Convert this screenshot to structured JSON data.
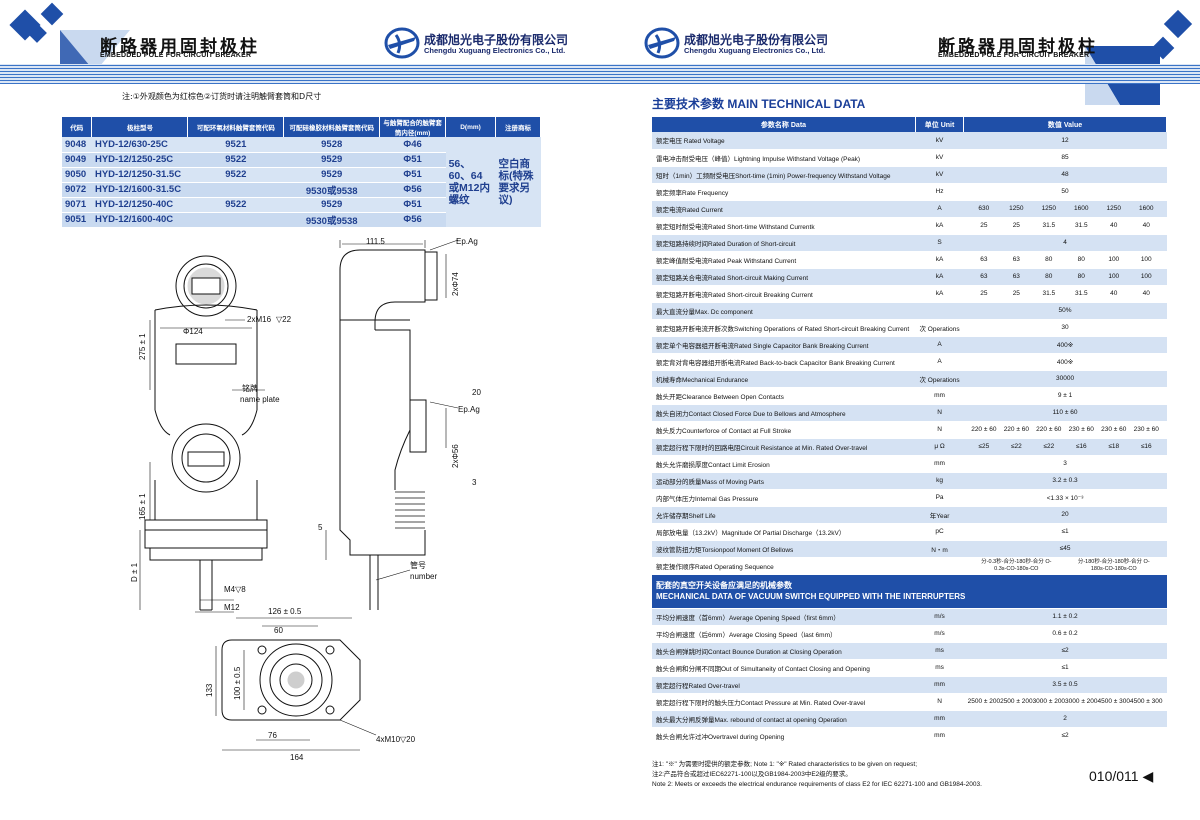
{
  "left": {
    "title_cn": "断路器用固封极柱",
    "title_en": "EMBEDDED POLE FOR CIRCUIT BREAKER",
    "company_cn": "成都旭光电子股份有限公司",
    "company_en": "Chengdu Xuguang Electronics Co., Ltd.",
    "note": "注:①外观颜色为红棕色②订货时请注明触臂套筒和D尺寸",
    "table": {
      "headers": [
        "代码",
        "极柱型号",
        "可配环氧材料触臂套筒代码",
        "可配硅橡胶材料触臂套筒代码",
        "与触臂配合的触臂套筒内径(mm)",
        "D(mm)",
        "注册商标"
      ],
      "rows": [
        [
          "9048",
          "HYD-12/630-25C",
          "9521",
          "9528",
          "Φ46"
        ],
        [
          "9049",
          "HYD-12/1250-25C",
          "9522",
          "9529",
          "Φ51"
        ],
        [
          "9050",
          "HYD-12/1250-31.5C",
          "9522",
          "9529",
          "Φ51"
        ],
        [
          "9072",
          "HYD-12/1600-31.5C",
          "",
          "9530或9538",
          "Φ56"
        ],
        [
          "9071",
          "HYD-12/1250-40C",
          "9522",
          "9529",
          "Φ51"
        ],
        [
          "9051",
          "HYD-12/1600-40C",
          "",
          "9530或9538",
          "Φ56"
        ]
      ],
      "d_text": "56、60、64或M12内螺纹",
      "trademark": "空白商标(特殊要求另议)"
    },
    "drawing": {
      "d111": "111.5",
      "epag1": "Ep.Ag",
      "epag2": "Ep.Ag",
      "d2phi74": "2xΦ74",
      "m16": "2xM16",
      "m16b": "▽22",
      "phi124": "Φ124",
      "d275": "275 ± 1",
      "nameplate_cn": "铭牌",
      "nameplate_en": "name plate",
      "d20": "20",
      "d2phi56": "2xΦ56",
      "d3": "3",
      "d165": "165 ± 1",
      "d5": "5",
      "dD": "D ± 1",
      "m4": "M4▽8",
      "m12": "M12",
      "number_cn": "管号",
      "number_en": "number",
      "d126": "126 ± 0.5",
      "d60": "60",
      "d133": "133",
      "d100": "100 ± 0.5",
      "d76": "76",
      "d164": "164",
      "m10": "4xM10▽20"
    }
  },
  "right": {
    "company_cn": "成都旭光电子股份有限公司",
    "company_en": "Chengdu Xuguang Electronics Co., Ltd.",
    "title_cn": "断路器用固封极柱",
    "title_en": "EMBEDDED POLE FOR CIRCUIT BREAKER",
    "section_title": "主要技术参数   MAIN TECHNICAL DATA",
    "headers": [
      "参数名称 Data",
      "单位 Unit",
      "数值 Value"
    ],
    "rows": [
      {
        "name": "额定电压 Rated Voltage",
        "unit": "kV",
        "value": "12"
      },
      {
        "name": "雷电冲击耐受电压（峰值）Lightning Impulse Withstand Voltage (Peak)",
        "unit": "kV",
        "value": "85"
      },
      {
        "name": "短时（1min）工频耐受电压Short-time (1min) Power-frequency Withstand Voltage",
        "unit": "kV",
        "value": "48"
      },
      {
        "name": "额定频率Rate Frequency",
        "unit": "Hz",
        "value": "50"
      },
      {
        "name": "额定电流Rated Current",
        "unit": "A",
        "values": [
          "630",
          "1250",
          "1250",
          "1600",
          "1250",
          "1600"
        ]
      },
      {
        "name": "额定短时耐受电流Rated Short-time Withstand Currentk",
        "unit": "kA",
        "values": [
          "25",
          "25",
          "31.5",
          "31.5",
          "40",
          "40"
        ]
      },
      {
        "name": "额定短路持续时间Rated Duration of Short-circuit",
        "unit": "S",
        "value": "4"
      },
      {
        "name": "额定峰值耐受电流Rated Peak Withstand Current",
        "unit": "kA",
        "values": [
          "63",
          "63",
          "80",
          "80",
          "100",
          "100"
        ]
      },
      {
        "name": "额定短路关合电流Rated Short-circuit Making Current",
        "unit": "kA",
        "values": [
          "63",
          "63",
          "80",
          "80",
          "100",
          "100"
        ]
      },
      {
        "name": "额定短路开断电流Rated Short-circuit Breaking Current",
        "unit": "kA",
        "values": [
          "25",
          "25",
          "31.5",
          "31.5",
          "40",
          "40"
        ]
      },
      {
        "name": "最大直流分量Max. Dc component",
        "unit": "",
        "value": "50%"
      },
      {
        "name": "额定短路开断电流开断次数Switching Operations of Rated Short-circuit Breaking Current",
        "unit": "次 Operations",
        "value": "30"
      },
      {
        "name": "额定单个电容器组开断电流Rated Single Capacitor Bank Breaking Current",
        "unit": "A",
        "value": "400※"
      },
      {
        "name": "额定背对背电容器组开断电流Rated Back-to-back Capacitor Bank Breaking Current",
        "unit": "A",
        "value": "400※"
      },
      {
        "name": "机械寿命Mechanical Endurance",
        "unit": "次 Operations",
        "value": "30000"
      },
      {
        "name": "触头开距Clearance Between Open Contacts",
        "unit": "mm",
        "value": "9 ± 1"
      },
      {
        "name": "触头自闭力Contact Closed Force Due to Bellows and Atmosphere",
        "unit": "N",
        "value": "110 ± 60"
      },
      {
        "name": "触头反力Counterforce of Contact at Full Stroke",
        "unit": "N",
        "values": [
          "220 ± 60",
          "220 ± 60",
          "220 ± 60",
          "230 ± 60",
          "230 ± 60",
          "230 ± 60"
        ]
      },
      {
        "name": "额定超行程下限时的回路电阻Circuit Resistance at Min. Rated Over-travel",
        "unit": "μ Ω",
        "values": [
          "≤25",
          "≤22",
          "≤22",
          "≤16",
          "≤18",
          "≤16"
        ]
      },
      {
        "name": "触头允许磨损厚度Contact Limit Erosion",
        "unit": "mm",
        "value": "3"
      },
      {
        "name": "运动部分的质量Mass of Moving Parts",
        "unit": "kg",
        "value": "3.2 ± 0.3"
      },
      {
        "name": "内部气体压力Internal Gas Pressure",
        "unit": "Pa",
        "value": "<1.33 × 10⁻³"
      },
      {
        "name": "允许储存期Shelf Life",
        "unit": "年Year",
        "value": "20"
      },
      {
        "name": "局部放电量（13.2kV）Magnitude Of Partial Discharge（13.2kV）",
        "unit": "pC",
        "value": "≤1"
      },
      {
        "name": "波纹管防扭力矩Torsionpoof Moment Of Bellows",
        "unit": "N・m",
        "value": "≤45"
      },
      {
        "name": "额定操作顺序Rated Operating Sequence",
        "unit": "",
        "values2": [
          "分-0.3秒-合分-180秒-合分 O-0.3s-CO-180s-CO",
          "分-180秒-合分-180秒-合分 O-180s-CO-180s-CO"
        ]
      }
    ],
    "mech_title_cn": "配套的真空开关设备应满足的机械参数",
    "mech_title_en": "MECHANICAL DATA OF VACUUM SWITCH EQUIPPED WITH THE INTERRUPTERS",
    "mech_rows": [
      {
        "name": "平均分闸速度（首6mm）Average Opening Speed（first 6mm）",
        "unit": "m/s",
        "value": "1.1 ± 0.2"
      },
      {
        "name": "平均合闸速度（后6mm）Average Closing Speed（last 6mm）",
        "unit": "m/s",
        "value": "0.6 ± 0.2"
      },
      {
        "name": "触头合闸弹跳时间Contact Bounce Duration at Closing Operation",
        "unit": "ms",
        "value": "≤2"
      },
      {
        "name": "触头合闸和分闸不同期Out of Simultaneity of Contact Closing and Opening",
        "unit": "ms",
        "value": "≤1"
      },
      {
        "name": "额定超行程Rated Over-travel",
        "unit": "mm",
        "value": "3.5 ± 0.5"
      },
      {
        "name": "额定超行程下限时的触头压力Contact Pressure at Min. Rated Over-travel",
        "unit": "N",
        "values": [
          "2500 ± 200",
          "2500 ± 200",
          "3000 ± 200",
          "3000 ± 200",
          "4500 ± 300",
          "4500 ± 300"
        ]
      },
      {
        "name": "触头最大分闸反弹量Max. rebound of contact at opening Operation",
        "unit": "mm",
        "value": "2"
      },
      {
        "name": "触头合闸允许过冲Overtravel during Opening",
        "unit": "mm",
        "value": "≤2"
      }
    ],
    "notes": [
      "注1: \"※\" 为需要时提供的额定参数;            Note 1: \"※\" Rated characteristics to be given on request;",
      "注2:产品符合或超过IEC62271-100以及GB1984-2003中E2级的要求。",
      "Note 2: Meets or exceeds the electrical endurance requirements of class E2 for IEC 62271-100 and GB1984-2003."
    ],
    "page_number": "010/011"
  },
  "colors": {
    "brand_blue": "#1f4fa8",
    "row_blue": "#d5e2f3",
    "text_blue": "#1a3e98"
  }
}
